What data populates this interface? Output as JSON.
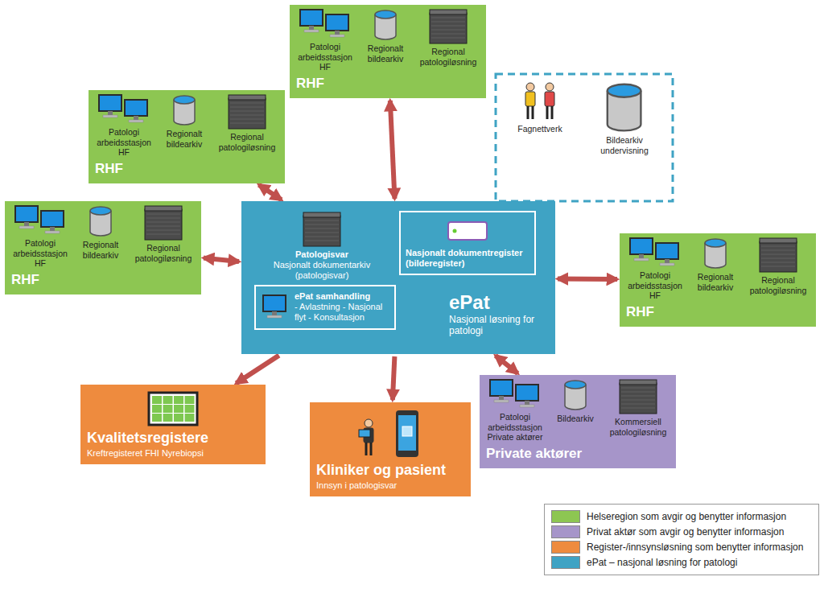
{
  "diagram": {
    "nodes": [
      {
        "text": [
          "RHF"
        ]
      },
      {
        "text": [
          "Patologi arbeidsstasjon HF"
        ],
        "in": 0
      },
      {
        "text": [
          "Regional patologiløsning"
        ],
        "in": 0
      },
      {
        "text": [
          "Regionalt bildearkiv"
        ],
        "in": 0
      },
      {
        "text": [
          "RHF"
        ]
      },
      {
        "text": [
          "Patologi arbeidsstasjon HF"
        ],
        "in": 4
      },
      {
        "text": [
          "Regional patologiløsning"
        ],
        "in": 4
      },
      {
        "text": [
          "Regionalt bildearkiv"
        ],
        "in": 4
      },
      {
        "text": [
          "RHF"
        ]
      },
      {
        "text": [
          "Patologi arbeidsstasjon HF"
        ],
        "in": 8
      },
      {
        "text": [
          "Regional patologiløsning"
        ],
        "in": 8
      },
      {
        "text": [
          "Regionalt bildearkiv"
        ],
        "in": 8
      },
      {
        "text": [
          "Fagnettverk"
        ]
      },
      {
        "text": [
          "Bildearkiv undervisning"
        ]
      },
      {
        "text": [
          "ePat",
          "Nasjonal løsning for patologi"
        ]
      },
      {
        "text": [
          "Patologisvar",
          "Nasjonalt dokumentarkiv (patologisvar)"
        ],
        "in": 14
      },
      {
        "text": [
          "Nasjonalt dokumentregister (bilderegister)"
        ],
        "in": 14
      },
      {
        "text": [
          "ePat samhandling",
          "- Avlastning - Nasjonal flyt - Konsultasjon"
        ],
        "in": 14
      },
      {
        "text": [
          "RHF"
        ]
      },
      {
        "text": [
          "Patologi arbeidsstasjon HF"
        ],
        "in": 18
      },
      {
        "text": [
          "Regional patologiløsning"
        ],
        "in": 18
      },
      {
        "text": [
          "Regionalt bildearkiv"
        ],
        "in": 18
      },
      {
        "text": [
          "Private aktører"
        ]
      },
      {
        "text": [
          "Patologi arbeidsstasjon Private aktører"
        ],
        "in": 22
      },
      {
        "text": [
          "Kommersiell patologiløsning"
        ],
        "in": 22
      },
      {
        "text": [
          "Bildearkiv"
        ],
        "in": 22
      },
      {
        "text": [
          "Kvalitetsregistere",
          "Kreftregisteret FHI Nyrebiopsi"
        ]
      },
      {
        "text": [
          "Kliniker og pasient",
          "Innsyn i patologisvar"
        ]
      }
    ],
    "edges": [
      {
        "from": 14,
        "to": 0,
        "arrow": "both"
      },
      {
        "from": 14,
        "to": 4,
        "arrow": "both"
      },
      {
        "from": 14,
        "to": 8,
        "arrow": "both"
      },
      {
        "from": 14,
        "to": 18,
        "arrow": "both"
      },
      {
        "from": 14,
        "to": 22,
        "arrow": "both"
      },
      {
        "from": 14,
        "to": 26,
        "arrow": "to"
      },
      {
        "from": 14,
        "to": 27,
        "arrow": "to"
      }
    ],
    "legend": [
      {
        "text": "Helseregion som avgir og benytter informasjon",
        "color": "#8dc652"
      },
      {
        "text": "Privat aktør som avgir og benytter informasjon",
        "color": "#a695c9"
      },
      {
        "text": "Register-/innsynsløsning som benytter informasjon",
        "color": "#ee8b3e"
      },
      {
        "text": "ePat – nasjonal løsning for patologi",
        "color": "#3fa3c4"
      }
    ]
  }
}
